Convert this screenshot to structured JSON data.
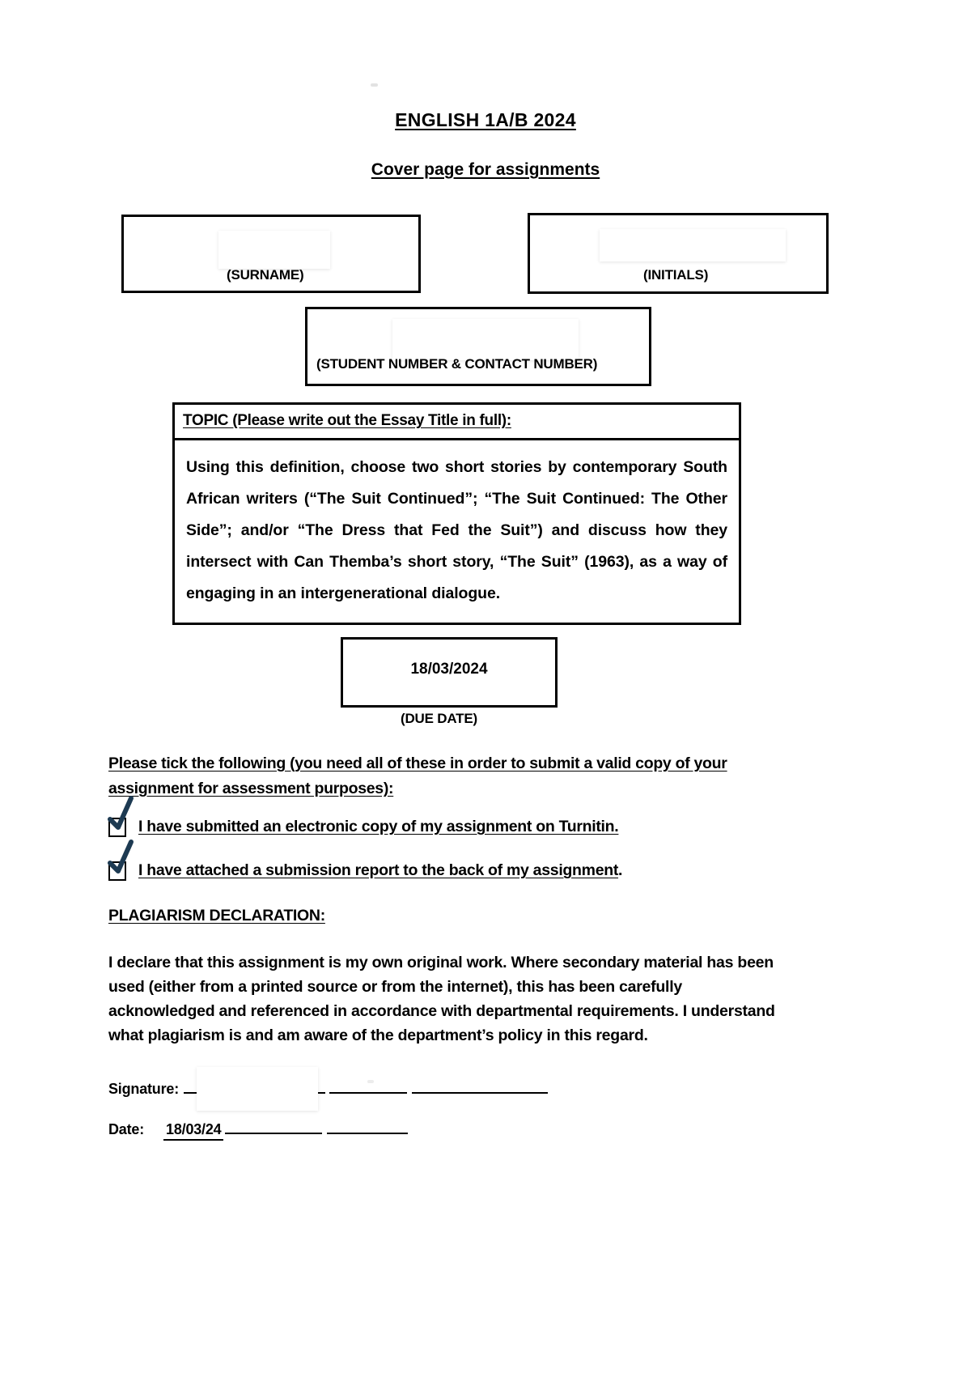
{
  "document": {
    "title": "ENGLISH  1A/B 2024",
    "subtitle": "Cover page for assignments"
  },
  "fields": {
    "surname_caption": "(SURNAME)",
    "initials_caption": "(INITIALS)",
    "student_number_caption": "(STUDENT NUMBER & CONTACT NUMBER)",
    "due_date_caption": "(DUE DATE)",
    "surname_value": "",
    "initials_value": "",
    "student_number_value": "",
    "due_date_value": "18/03/2024"
  },
  "topic": {
    "heading": "TOPIC (Please write out the Essay Title in full):",
    "body": "Using this definition, choose two short stories by contemporary South African writers (“The Suit Continued”; “The Suit Continued: The Other Side”; and/or “The Dress that Fed the Suit”) and discuss how they intersect with Can Themba’s short story, “The Suit” (1963), as a way of engaging in an intergenerational dialogue."
  },
  "checklist": {
    "intro": "Please tick the following (you need all of these in order to submit a valid copy of your assignment for assessment purposes):",
    "items": [
      {
        "label": "I have submitted an electronic copy of my assignment on Turnitin.",
        "checked": true,
        "tick_color": "#1d3a52"
      },
      {
        "label": "I have attached a submission report to the back of my assignment",
        "trailing": ".",
        "checked": true,
        "tick_color": "#1d3a52"
      }
    ]
  },
  "declaration": {
    "heading": "PLAGIARISM DECLARATION:",
    "body": "I declare that this assignment is my own original work. Where secondary material has been used (either from a printed source or from the internet), this has been carefully acknowledged and referenced in accordance with departmental requirements. I understand what plagiarism is and am aware of the department’s policy in this regard."
  },
  "signoff": {
    "signature_label": "Signature:",
    "signature_value": "",
    "date_label": "Date:",
    "date_value": "18/03/24"
  }
}
